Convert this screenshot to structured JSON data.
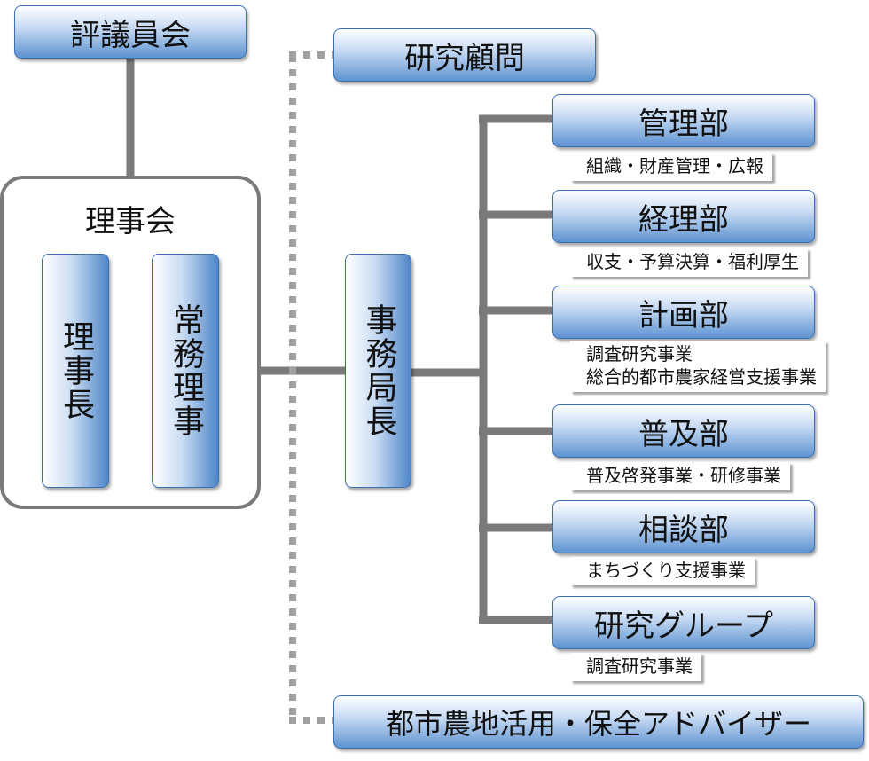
{
  "top": {
    "council": "評議員会",
    "advisor": "研究顧問",
    "board_title": "理事会",
    "chairman": "理事長",
    "managing_director": "常務理事",
    "secretary_general": "事務局長",
    "bottom_advisor": "都市農地活用・保全アドバイザー"
  },
  "departments": [
    {
      "name": "管理部",
      "desc": [
        "組織・財産管理・広報"
      ]
    },
    {
      "name": "経理部",
      "desc": [
        "収支・予算決算・福利厚生"
      ]
    },
    {
      "name": "計画部",
      "desc": [
        "調査研究事業",
        "総合的都市農家経営支援事業"
      ]
    },
    {
      "name": "普及部",
      "desc": [
        "普及啓発事業・研修事業"
      ]
    },
    {
      "name": "相談部",
      "desc": [
        "まちづくり支援事業"
      ]
    },
    {
      "name": "研究グループ",
      "desc": [
        "調査研究事業"
      ]
    }
  ]
}
